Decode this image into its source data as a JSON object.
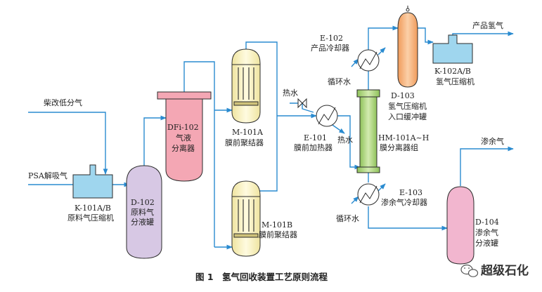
{
  "streams": {
    "feed_gas": "柴改低分气",
    "psa_tail_gas": "PSA解吸气",
    "steam": "热水",
    "hot_water_out": "热水",
    "product": "产品氢气",
    "residue": "渗余气",
    "cooling_water_1": "循环水",
    "cooling_water_2": "循环水"
  },
  "equipment": {
    "k101": {
      "tag": "K-101A/B",
      "name": "原料气压缩机"
    },
    "d102": {
      "line1": "D-102",
      "line2": "原料气",
      "line3": "分液罐"
    },
    "dfi102": {
      "line1": "DFi-102",
      "line2": "气液",
      "line3": "分离器"
    },
    "m101a": {
      "tag": "M-101A",
      "name": "膜前聚结器"
    },
    "m101b": {
      "tag": "M-101B",
      "name": "膜前聚结器"
    },
    "e101": {
      "tag": "E-101",
      "name": "膜前加热器"
    },
    "e102": {
      "tag": "E-102",
      "name": "产品冷却器"
    },
    "e103": {
      "tag": "E-103",
      "name": "渗余气冷却器"
    },
    "hm101": {
      "tag": "HM-101A~H",
      "name": "膜分离器组"
    },
    "d103": {
      "tag": "D-103",
      "line2": "氢气压缩机",
      "line3": "入口缓冲罐"
    },
    "k102": {
      "tag": "K-102A/B",
      "name": "氢气压缩机"
    },
    "d104": {
      "tag": "D-104",
      "line2": "渗余气",
      "line3": "分液罐"
    }
  },
  "caption": "图 1　氢气回收装置工艺原则流程",
  "watermark": "超级石化",
  "colors": {
    "pipe": "#2a8bd0",
    "compressor": "#9fd6ee",
    "d102": "#d7c8e4",
    "dfi102": "#f4a7b4",
    "coalescer": "#f7f1c0",
    "membrane": "#b6d98a",
    "d103": "#f6b27a",
    "d104": "#f2b6cf"
  }
}
